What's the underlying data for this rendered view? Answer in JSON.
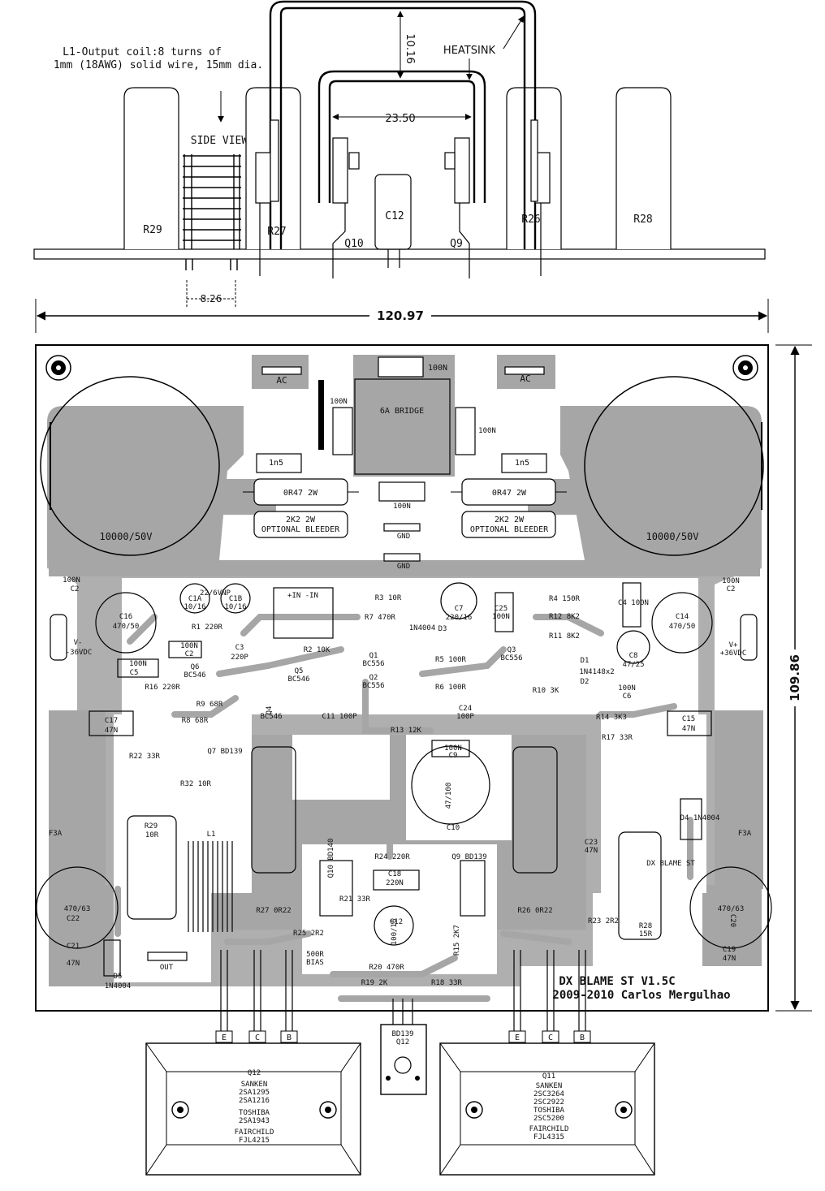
{
  "side_view": {
    "coil_note_line1": "L1-Output coil:8 turns of",
    "coil_note_line2": "1mm (18AWG) solid wire, 15mm dia.",
    "side_view_label": "SIDE VIEW",
    "heatsink_label": "HEATSINK",
    "dim_height": "10.16",
    "dim_width": "23.50",
    "dim_coil": "8.26",
    "dim_board_width": "120.97",
    "parts": [
      "R29",
      "R27",
      "Q10",
      "C12",
      "Q9",
      "R26",
      "R28"
    ]
  },
  "board": {
    "dim_board_height": "109.86",
    "title_line1": "DX BLAME ST V1.5C",
    "title_line2": "2009-2010 Carlos Mergulhao",
    "upper": {
      "ac_left": "AC",
      "ac_right": "AC",
      "bridge": "6A BRIDGE",
      "cap_100n_top": "100N",
      "cap_100n_left": "100N",
      "cap_100n_right": "100N",
      "cap_100n_mid": "100N",
      "cap_1n5_left": "1n5",
      "cap_1n5_right": "1n5",
      "res_0r47_left": "0R47 2W",
      "res_0r47_right": "0R47 2W",
      "res_2k2_left_a": "2K2 2W",
      "res_2k2_left_b": "OPTIONAL BLEEDER",
      "res_2k2_right_a": "2K2 2W",
      "res_2k2_right_b": "OPTIONAL BLEEDER",
      "gnd_1": "GND",
      "gnd_2": "GND",
      "bigcap_left": "10000/50V",
      "bigcap_right": "10000/50V"
    },
    "labels": [
      "22/6VNP",
      "100N",
      "C2",
      "C16",
      "470/50",
      "C1A",
      "10/16",
      "C1B",
      "10/16",
      "+IN -IN",
      "R1 220R",
      "100N",
      "C2",
      "C3",
      "220P",
      "R2 10K",
      "R3 10R",
      "R7 470R",
      "C7",
      "220/16",
      "1N4004",
      "D3",
      "C25",
      "100N",
      "R4 150R",
      "R12 8K2",
      "R11 8K2",
      "C4 100N",
      "C14",
      "470/50",
      "100N",
      "C2",
      "V-",
      "-36VDC",
      "V+",
      "+36VDC",
      "100N",
      "C5",
      "Q6",
      "BC546",
      "R16 220R",
      "Q5",
      "BC546",
      "Q1",
      "BC556",
      "R5 100R",
      "Q3",
      "BC556",
      "D1",
      "1N4148x2",
      "D2",
      "C8",
      "47/25",
      "Q2",
      "BC556",
      "R6 100R",
      "R10 3K",
      "100N",
      "C6",
      "R9 68R",
      "Q4",
      "BC546",
      "C11 100P",
      "C24",
      "100P",
      "R14 3K3",
      "C15",
      "47N",
      "C17",
      "47N",
      "R8 68R",
      "R13 12K",
      "R17 33R",
      "R22 33R",
      "Q7 BD139",
      "R32 10R",
      "100N",
      "C9",
      "47/100",
      "C10",
      "D4 1N4004",
      "F3A",
      "F3A",
      "R29",
      "10R",
      "L1",
      "C23",
      "47N",
      "Q10 BD140",
      "R24 220R",
      "Q9 BD139",
      "C18",
      "220N",
      "R21 33R",
      "470/63",
      "C22",
      "470/63",
      "C20",
      "R27 0R22",
      "R26 0R22",
      "C12",
      "100/16",
      "R23 2R2",
      "R28",
      "15R",
      "R25 2R2",
      "R15 2K7",
      "C21",
      "47N",
      "C19",
      "47N",
      "OUT",
      "500R",
      "BIAS",
      "R20 470R",
      "D5",
      "1N4004",
      "R19 2K",
      "R18 33R",
      "DX BLAME ST"
    ]
  },
  "lower": {
    "left_pins": [
      "E",
      "C",
      "B"
    ],
    "right_pins": [
      "E",
      "C",
      "B"
    ],
    "q12": [
      "Q12",
      "SANKEN",
      "2SA1295",
      "2SA1216",
      "TOSHIBA",
      "2SA1943",
      "FAIRCHILD",
      "FJL4215"
    ],
    "q12_mid": [
      "BD139",
      "Q12"
    ],
    "q11": [
      "Q11",
      "SANKEN",
      "2SC3264",
      "2SC2922",
      "TOSHIBA",
      "2SC5200",
      "FAIRCHILD",
      "FJL4315"
    ]
  }
}
